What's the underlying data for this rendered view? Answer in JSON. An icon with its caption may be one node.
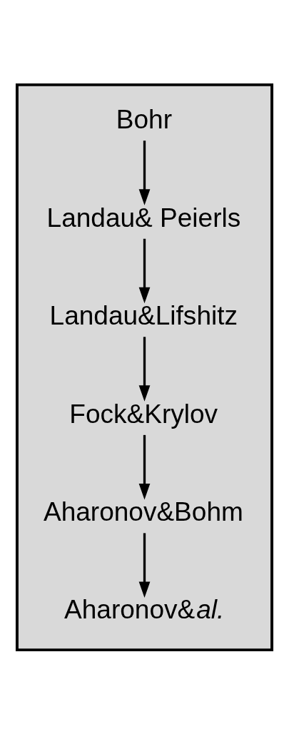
{
  "diagram": {
    "nodes": [
      {
        "text": [],
        "shape": "box"
      },
      {
        "text": [
          "Bohr"
        ],
        "in": 0
      },
      {
        "text": [
          "Landau& Peierls"
        ],
        "in": 0
      },
      {
        "text": [
          "Landau&Lifshitz"
        ],
        "in": 0
      },
      {
        "text": [
          "Fock&Krylov"
        ],
        "in": 0
      },
      {
        "text": [
          "Aharonov&Bohm"
        ],
        "in": 0
      },
      {
        "text": [
          "Aharonov&*al.*"
        ],
        "in": 0
      }
    ],
    "edges": [
      {
        "from": 1,
        "to": 2,
        "arrow": "to"
      },
      {
        "from": 2,
        "to": 3,
        "arrow": "to"
      },
      {
        "from": 3,
        "to": 4,
        "arrow": "to"
      },
      {
        "from": 4,
        "to": 5,
        "arrow": "to"
      },
      {
        "from": 5,
        "to": 6,
        "arrow": "to"
      }
    ]
  }
}
